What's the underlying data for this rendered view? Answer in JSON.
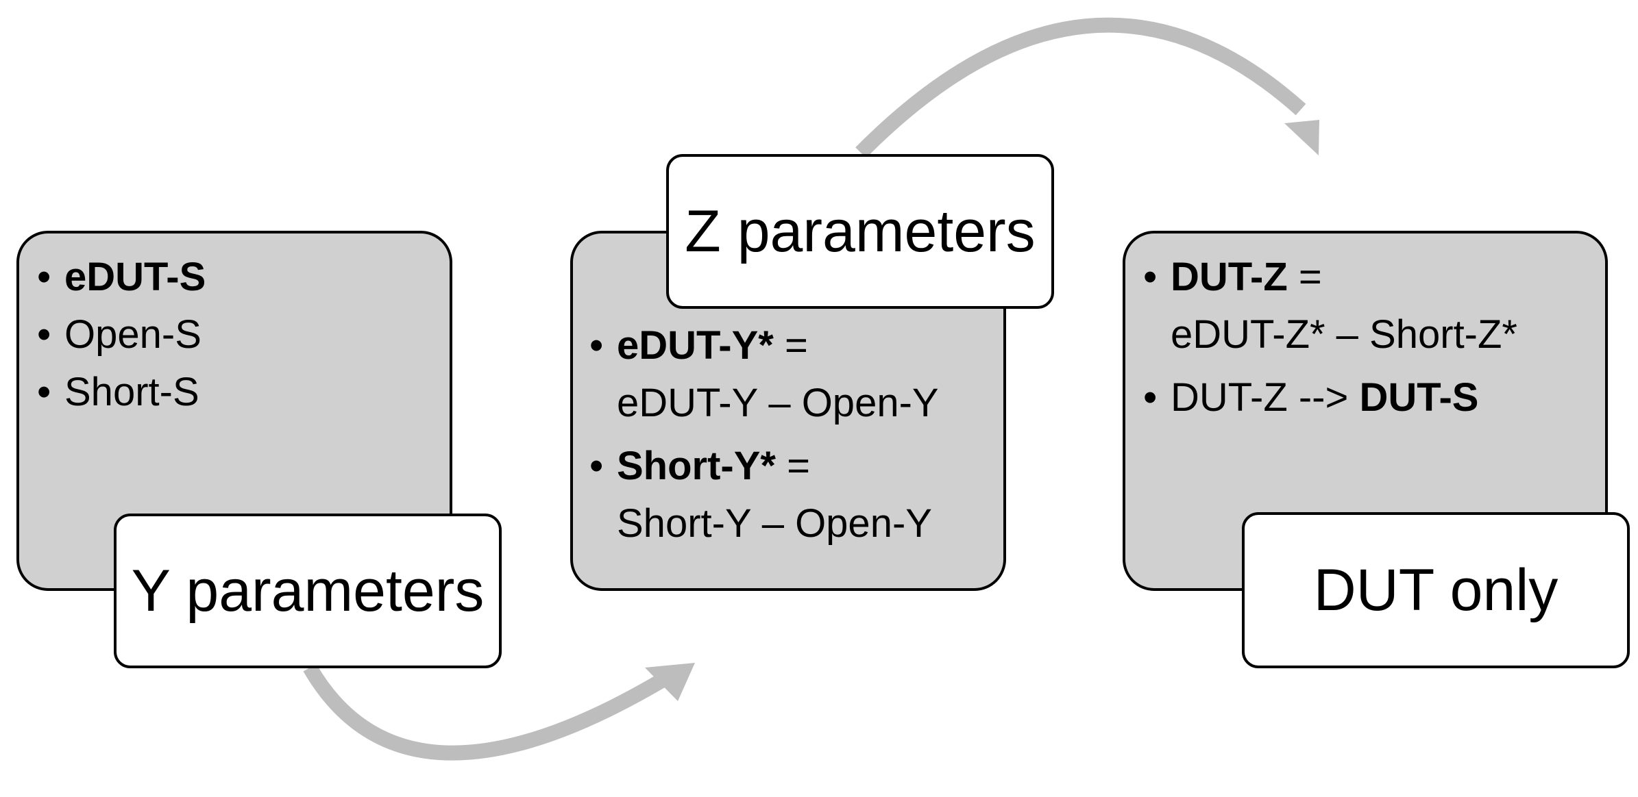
{
  "colors": {
    "panel_fill": "#d0d0d0",
    "label_fill": "#ffffff",
    "arrow": "#bdbdbd",
    "outline": "#000000"
  },
  "steps": [
    {
      "label": "Y parameters",
      "items": [
        {
          "bold": "eDUT-S",
          "rest": "",
          "line2": ""
        },
        {
          "bold": "",
          "rest": "Open-S",
          "line2": ""
        },
        {
          "bold": "",
          "rest": "Short-S",
          "line2": ""
        }
      ]
    },
    {
      "label": "Z parameters",
      "items": [
        {
          "bold": "eDUT-Y*",
          "rest": " =",
          "line2": "eDUT-Y – Open-Y"
        },
        {
          "bold": "Short-Y*",
          "rest": " =",
          "line2": "Short-Y – Open-Y"
        }
      ]
    },
    {
      "label": "DUT only",
      "items": [
        {
          "bold": "DUT-Z",
          "rest": " =",
          "line2": "eDUT-Z* – Short-Z*"
        },
        {
          "pre": "DUT-Z --> ",
          "bold": "DUT-S"
        }
      ]
    }
  ],
  "arrows": [
    {
      "from": "Y parameters",
      "to": "Z parameters"
    },
    {
      "from": "Z parameters",
      "to": "DUT only"
    }
  ]
}
